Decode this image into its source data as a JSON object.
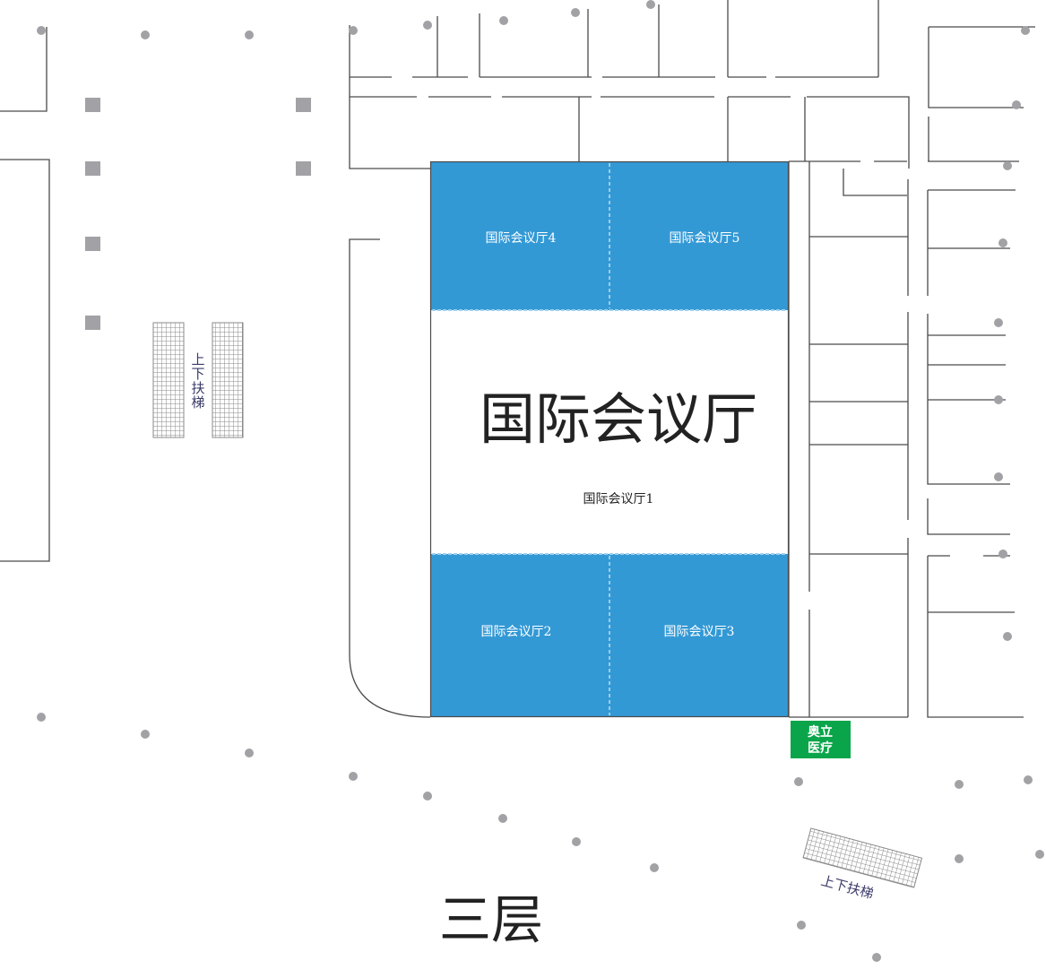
{
  "map": {
    "floor_label": "三层",
    "main_hall_title": "国际会议厅",
    "halls": {
      "hall1": "国际会议厅1",
      "hall2": "国际会议厅2",
      "hall3": "国际会议厅3",
      "hall4": "国际会议厅4",
      "hall5": "国际会议厅5"
    },
    "escalator_label": "上下扶梯",
    "escalator_label_chars": [
      "上",
      "下",
      "扶",
      "梯"
    ],
    "medical": {
      "line1": "奥立",
      "line2": "医疗"
    },
    "colors": {
      "hall": "#3399d5",
      "medical": "#0aa54a",
      "pillar": "#a2a2a6"
    }
  }
}
